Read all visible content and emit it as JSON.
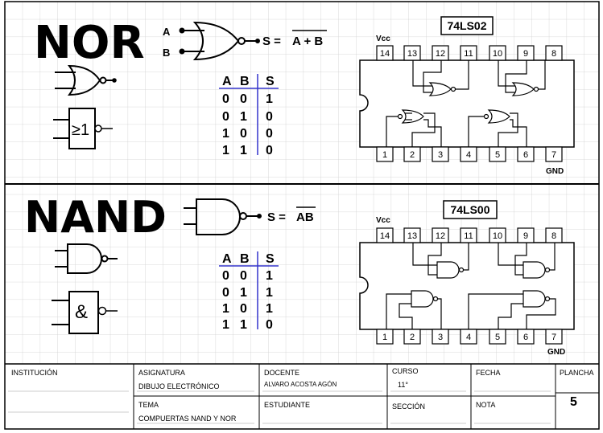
{
  "nor": {
    "title": "NOR",
    "input_a": "A",
    "input_b": "B",
    "equation_prefix": "S = ",
    "equation_bar": "A + B",
    "iec_symbol": "≥1",
    "truth_table": {
      "headers": [
        "A",
        "B",
        "S"
      ],
      "rows": [
        [
          "0",
          "0",
          "1"
        ],
        [
          "0",
          "1",
          "0"
        ],
        [
          "1",
          "0",
          "0"
        ],
        [
          "1",
          "1",
          "0"
        ]
      ]
    },
    "chip": {
      "part": "74LS02",
      "vcc": "Vcc",
      "gnd": "GND",
      "top_pins": [
        "14",
        "13",
        "12",
        "11",
        "10",
        "9",
        "8"
      ],
      "bottom_pins": [
        "1",
        "2",
        "3",
        "4",
        "5",
        "6",
        "7"
      ]
    }
  },
  "nand": {
    "title": "NAND",
    "equation_prefix": "S = ",
    "equation_bar": "AB",
    "iec_symbol": "&",
    "truth_table": {
      "headers": [
        "A",
        "B",
        "S"
      ],
      "rows": [
        [
          "0",
          "0",
          "1"
        ],
        [
          "0",
          "1",
          "1"
        ],
        [
          "1",
          "0",
          "1"
        ],
        [
          "1",
          "1",
          "0"
        ]
      ]
    },
    "chip": {
      "part": "74LS00",
      "vcc": "Vcc",
      "gnd": "GND",
      "top_pins": [
        "14",
        "13",
        "12",
        "11",
        "10",
        "9",
        "8"
      ],
      "bottom_pins": [
        "1",
        "2",
        "3",
        "4",
        "5",
        "6",
        "7"
      ]
    }
  },
  "title_block": {
    "institucion_label": "INSTITUCIÓN",
    "asignatura_label": "ASIGNATURA",
    "asignatura_value": "DIBUJO ELECTRÓNICO",
    "docente_label": "DOCENTE",
    "docente_value": "ALVARO ACOSTA AGÓN",
    "curso_label": "CURSO",
    "curso_value": "11°",
    "fecha_label": "FECHA",
    "plancha_label": "PLANCHA",
    "plancha_value": "5",
    "tema_label": "TEMA",
    "tema_value": "COMPUERTAS NAND Y NOR",
    "estudiante_label": "ESTUDIANTE",
    "seccion_label": "SECCIÓN",
    "nota_label": "NOTA"
  }
}
